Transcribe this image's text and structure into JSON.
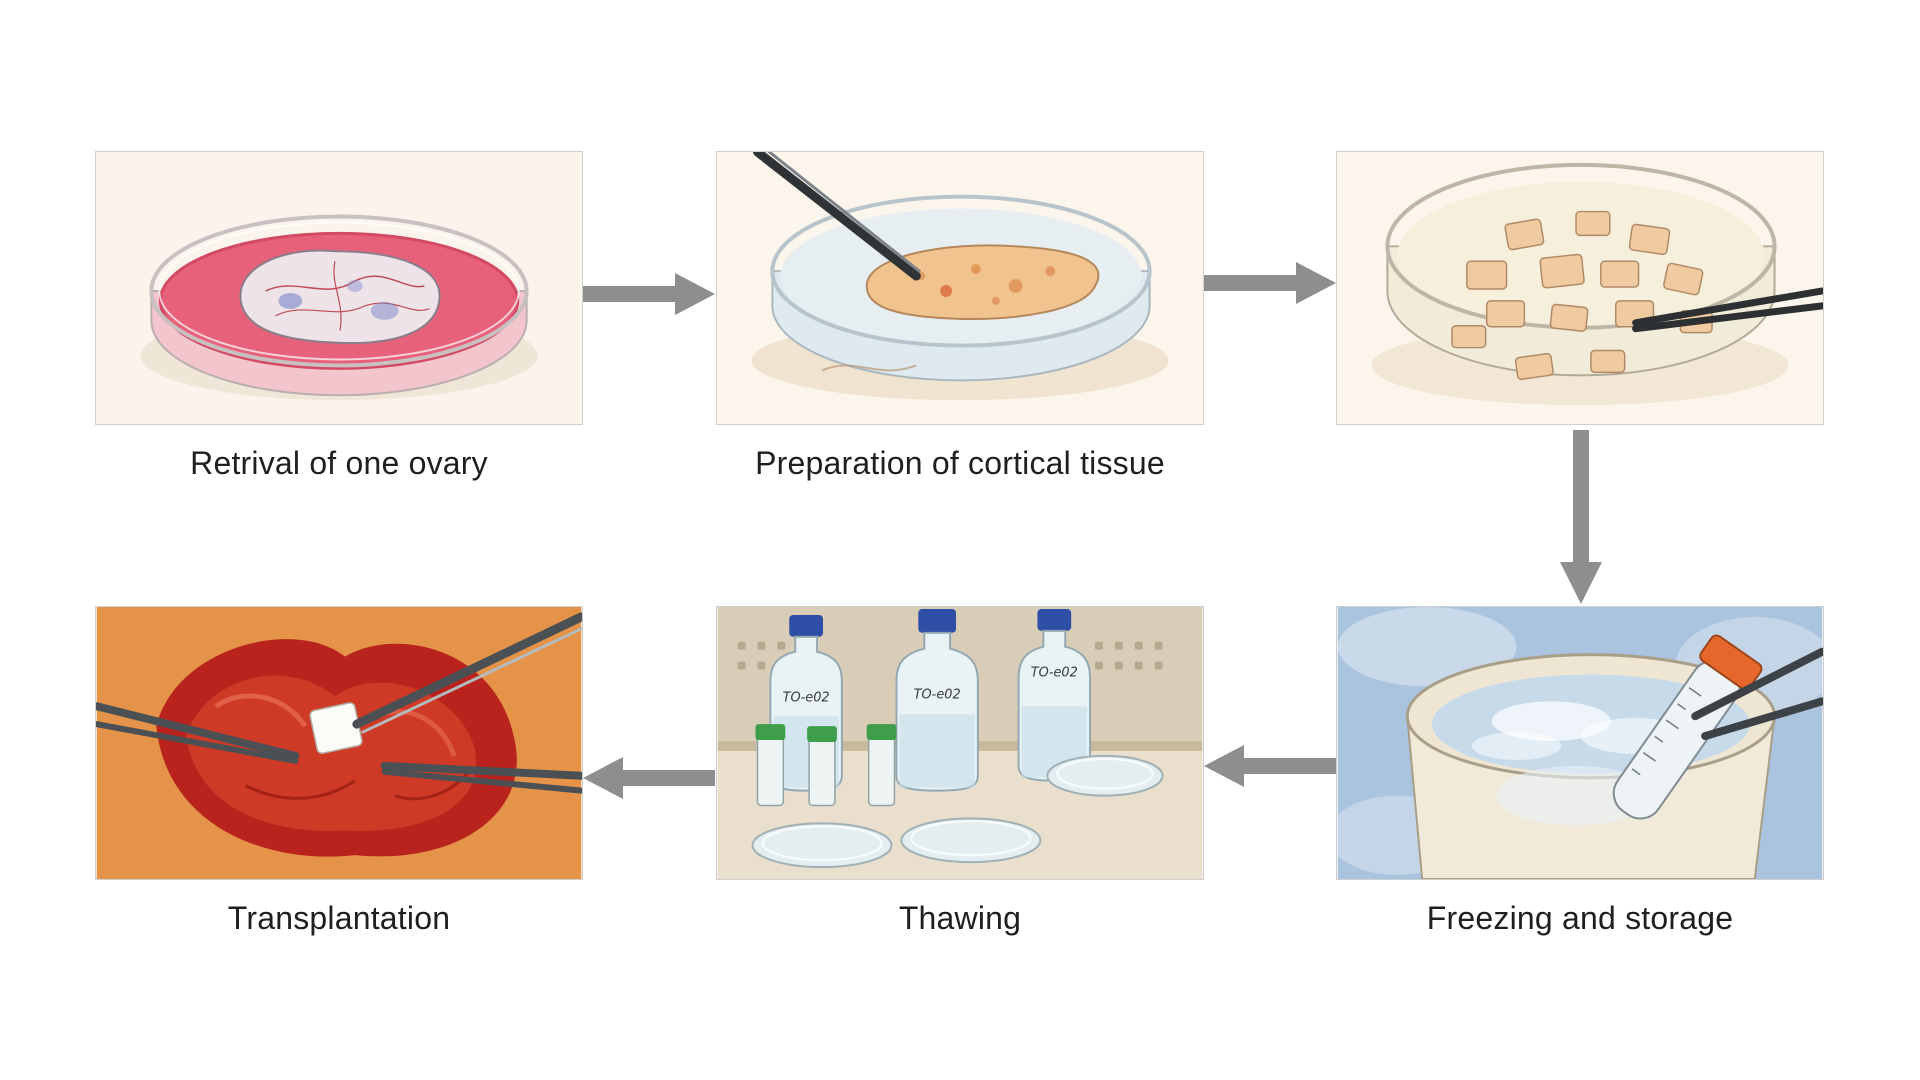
{
  "steps": [
    {
      "id": "retrieval",
      "label": "Retrival of one ovary"
    },
    {
      "id": "preparation",
      "label": "Preparation of cortical tissue"
    },
    {
      "id": "fragmentation",
      "label": ""
    },
    {
      "id": "freezing",
      "label": "Freezing and storage"
    },
    {
      "id": "thawing",
      "label": "Thawing"
    },
    {
      "id": "transplantation",
      "label": "Transplantation"
    }
  ],
  "flow_order": [
    "retrieval",
    "preparation",
    "fragmentation",
    "freezing",
    "thawing",
    "transplantation"
  ],
  "bottle_labels": [
    "TO-e02",
    "TO-e02",
    "TO-e02"
  ],
  "colors": {
    "arrow": "#8e8e8e",
    "panel_border": "#cfcfcf",
    "caption_text": "#1f1f1f"
  }
}
